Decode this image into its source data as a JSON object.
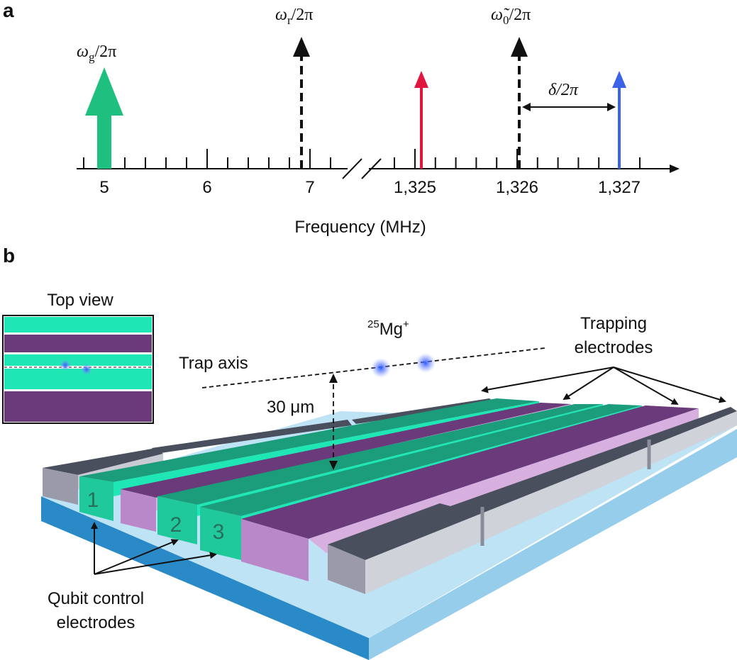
{
  "panel_a": {
    "label": "a",
    "axis_label": "Frequency (MHz)",
    "ticks_left": [
      "5",
      "6",
      "7"
    ],
    "ticks_right": [
      "1,325",
      "1,326",
      "1,327"
    ],
    "arrows": {
      "omega_g": {
        "sym": "ω",
        "sub": "g",
        "rest": "/2π",
        "color": "#1fbf7f",
        "value_mhz": 5.03
      },
      "omega_r": {
        "sym": "ω",
        "sub": "r",
        "rest": "/2π",
        "color": "#111111",
        "value_mhz": 6.9
      },
      "omega_0": {
        "sym": "ω̃",
        "sub": "0",
        "rest": "/2π",
        "color": "#111111",
        "value_mhz": 1326.0
      },
      "red": {
        "color": "#e0163f",
        "value_mhz": 1325.1
      },
      "blue": {
        "color": "#3b63e8",
        "value_mhz": 1327.0
      }
    },
    "delta_label": "δ/2π"
  },
  "panel_b": {
    "label": "b",
    "top_view_label": "Top view",
    "trap_axis_label": "Trap axis",
    "ion_label_sup": "25",
    "ion_label": "Mg",
    "ion_label_charge": "+",
    "distance_label": "30 μm",
    "trapping_label_line1": "Trapping",
    "trapping_label_line2": "electrodes",
    "qubit_label_line1": "Qubit control",
    "qubit_label_line2": "electrodes",
    "electrode_numbers": [
      "1",
      "2",
      "3"
    ],
    "colors": {
      "green": "#1ec99b",
      "purple": "#6a3a7a",
      "substrate": "#2a8ac8",
      "grey": "#4a4f5e"
    }
  }
}
